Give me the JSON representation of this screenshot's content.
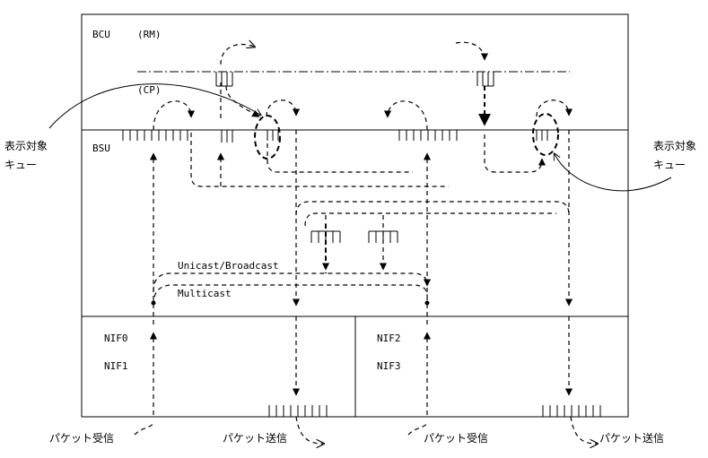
{
  "labels": {
    "bcu": "BCU",
    "rm": "(RM)",
    "cp": "(CP)",
    "bsu": "BSU",
    "target_queue_left_1": "表示対象",
    "target_queue_left_2": "キュー",
    "target_queue_right_1": "表示対象",
    "target_queue_right_2": "キュー",
    "unicast_broadcast": "Unicast/Broadcast",
    "multicast": "Multicast",
    "nif0": "NIF0",
    "nif1": "NIF1",
    "nif2": "NIF2",
    "nif3": "NIF3",
    "rx_left": "パケット受信",
    "tx_left": "パケット送信",
    "rx_right": "パケット受信",
    "tx_right": "パケット送信"
  }
}
